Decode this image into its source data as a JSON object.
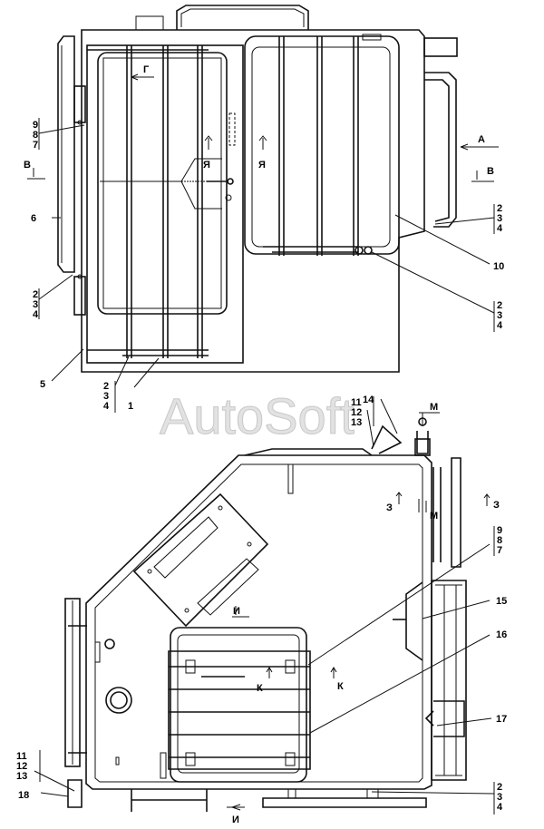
{
  "watermark": "AutoSoft",
  "top_view": {
    "labels": {
      "l1": "1",
      "l5": "5",
      "l6": "6",
      "l10": "10",
      "s987a": "9",
      "s987b": "8",
      "s987c": "7",
      "s234a_a": "2",
      "s234a_b": "3",
      "s234a_c": "4",
      "s234b_a": "2",
      "s234b_b": "3",
      "s234b_c": "4",
      "s234c_a": "2",
      "s234c_b": "3",
      "s234c_c": "4",
      "s234d_a": "2",
      "s234d_b": "3",
      "s234d_c": "4",
      "viewA": "А",
      "viewB1": "В",
      "viewB2": "В",
      "viewG": "Г",
      "viewYa1": "Я",
      "viewYa2": "Я"
    }
  },
  "bottom_view": {
    "labels": {
      "l14": "14",
      "l15": "15",
      "l16": "16",
      "l17": "17",
      "l18": "18",
      "s111213a_a": "11",
      "s111213a_b": "12",
      "s111213a_c": "13",
      "s111213b_a": "11",
      "s111213b_b": "12",
      "s111213b_c": "13",
      "s987a": "9",
      "s987b": "8",
      "s987c": "7",
      "s234a": "2",
      "s234b": "3",
      "s234c": "4",
      "viewM1": "М",
      "viewM2": "М",
      "viewZ1": "З",
      "viewZ2": "З",
      "viewI1": "И",
      "viewI2": "И",
      "viewK1": "К",
      "viewK2": "К"
    }
  }
}
